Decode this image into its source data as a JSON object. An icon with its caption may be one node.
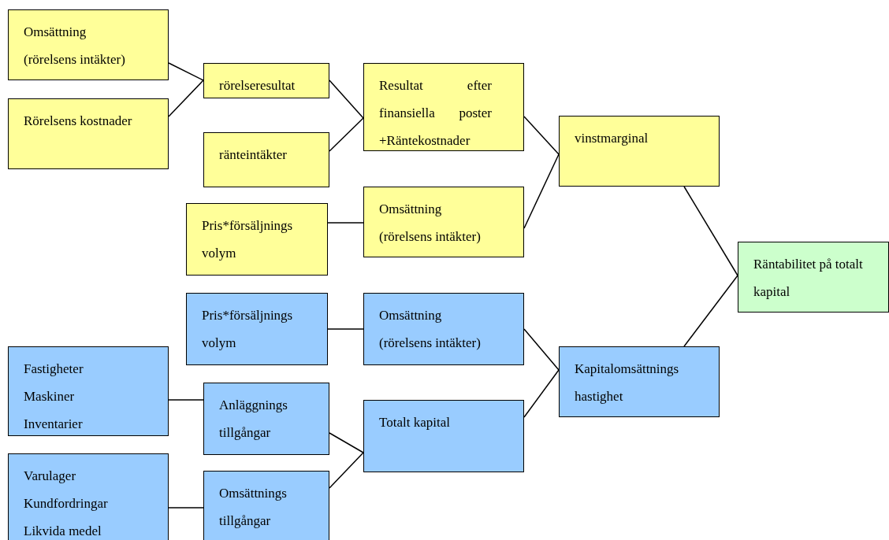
{
  "diagram": {
    "nodes": [
      {
        "text": [
          "Omsättning (rörelsens intäkter)"
        ]
      },
      {
        "text": [
          "Rörelsens kostnader"
        ]
      },
      {
        "text": [
          "rörelseresultat"
        ]
      },
      {
        "text": [
          "ränteintäkter"
        ]
      },
      {
        "text": [
          "Resultat efter finansiella poster +Räntekostnader"
        ]
      },
      {
        "text": [
          "Pris*försäljnings volym"
        ]
      },
      {
        "text": [
          "Omsättning (rörelsens intäkter)"
        ]
      },
      {
        "text": [
          "vinstmarginal"
        ]
      },
      {
        "text": [
          "Räntabilitet på totalt kapital"
        ]
      },
      {
        "text": [
          "Pris*försäljnings volym"
        ]
      },
      {
        "text": [
          "Omsättning (rörelsens intäkter)"
        ]
      },
      {
        "text": [
          "Fastigheter",
          "Maskiner",
          "Inventarier"
        ]
      },
      {
        "text": [
          "Anläggnings tillgångar"
        ]
      },
      {
        "text": [
          "Kapitalomsättnings hastighet"
        ]
      },
      {
        "text": [
          "Totalt kapital"
        ]
      },
      {
        "text": [
          "Varulager",
          "Kundfordringar",
          "Likvida medel"
        ]
      },
      {
        "text": [
          "Omsättnings tillgångar"
        ]
      }
    ],
    "edges": [
      {
        "from": 0,
        "to": 2,
        "arrow": "none"
      },
      {
        "from": 1,
        "to": 2,
        "arrow": "none"
      },
      {
        "from": 2,
        "to": 4,
        "arrow": "none"
      },
      {
        "from": 3,
        "to": 4,
        "arrow": "none"
      },
      {
        "from": 5,
        "to": 6,
        "arrow": "none"
      },
      {
        "from": 4,
        "to": 7,
        "arrow": "none"
      },
      {
        "from": 6,
        "to": 7,
        "arrow": "none"
      },
      {
        "from": 7,
        "to": 8,
        "arrow": "none"
      },
      {
        "from": 13,
        "to": 8,
        "arrow": "none"
      },
      {
        "from": 9,
        "to": 10,
        "arrow": "none"
      },
      {
        "from": 10,
        "to": 13,
        "arrow": "none"
      },
      {
        "from": 14,
        "to": 13,
        "arrow": "none"
      },
      {
        "from": 11,
        "to": 12,
        "arrow": "none"
      },
      {
        "from": 12,
        "to": 14,
        "arrow": "none"
      },
      {
        "from": 16,
        "to": 14,
        "arrow": "none"
      },
      {
        "from": 15,
        "to": 16,
        "arrow": "none"
      }
    ]
  }
}
